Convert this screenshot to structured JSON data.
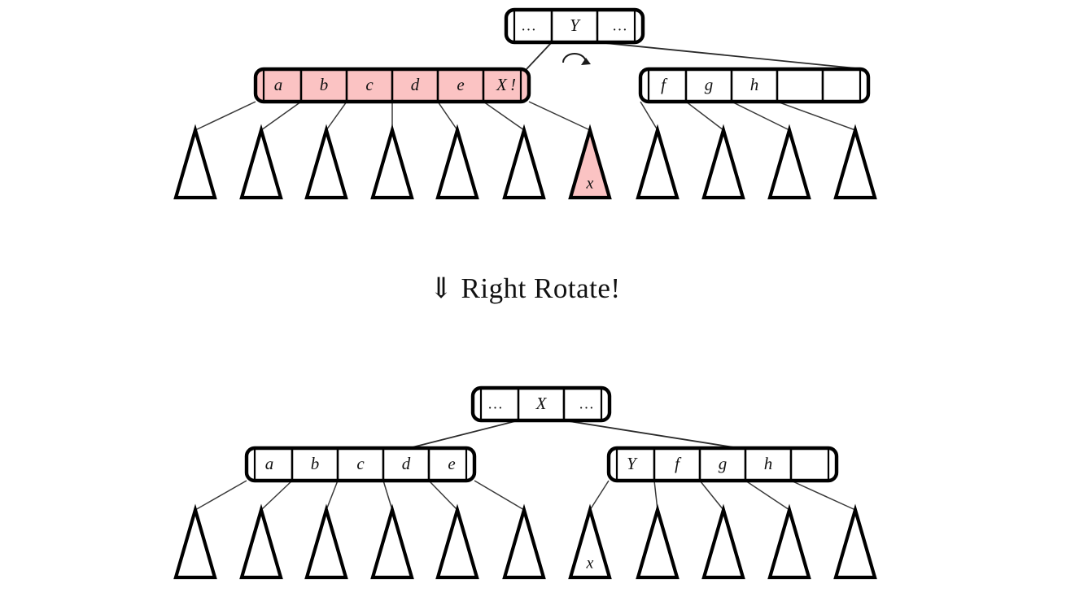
{
  "figure": {
    "title": "B-tree right rotate illustration",
    "background": "#ffffff",
    "highlight_color": "#fbc3c3",
    "stroke_color": "#000000"
  },
  "caption": {
    "arrow_glyph": "⇓",
    "text": "Right Rotate!",
    "full": "⇓ Right Rotate!"
  },
  "before": {
    "label": "before-rotation",
    "rotate_hint_icon": "clockwise-rotate-arrow-icon",
    "root": {
      "name": "root-node-y",
      "highlighted": false,
      "cells": [
        {
          "label": "…",
          "style": "dots",
          "highlighted": false
        },
        {
          "label": "Y",
          "style": "italic",
          "highlighted": false
        },
        {
          "label": "…",
          "style": "dots",
          "highlighted": false
        }
      ]
    },
    "left_child": {
      "name": "left-child-node-overfull",
      "highlighted": true,
      "cells": [
        {
          "label": "a",
          "style": "italic",
          "highlighted": true
        },
        {
          "label": "b",
          "style": "italic",
          "highlighted": true
        },
        {
          "label": "c",
          "style": "italic",
          "highlighted": true
        },
        {
          "label": "d",
          "style": "italic",
          "highlighted": true
        },
        {
          "label": "e",
          "style": "italic",
          "highlighted": true
        },
        {
          "label": "X !",
          "style": "italic",
          "highlighted": true
        }
      ]
    },
    "right_child": {
      "name": "right-child-node",
      "highlighted": false,
      "cells": [
        {
          "label": "f",
          "style": "italic",
          "highlighted": false
        },
        {
          "label": "g",
          "style": "italic",
          "highlighted": false
        },
        {
          "label": "h",
          "style": "italic",
          "highlighted": false
        },
        {
          "label": "",
          "style": "italic",
          "highlighted": false
        },
        {
          "label": "",
          "style": "italic",
          "highlighted": false
        }
      ]
    },
    "left_subtrees": [
      {
        "label": "",
        "highlighted": false
      },
      {
        "label": "",
        "highlighted": false
      },
      {
        "label": "",
        "highlighted": false
      },
      {
        "label": "",
        "highlighted": false
      },
      {
        "label": "",
        "highlighted": false
      },
      {
        "label": "",
        "highlighted": false
      },
      {
        "label": "x",
        "highlighted": true
      }
    ],
    "right_subtrees": [
      {
        "label": "",
        "highlighted": false
      },
      {
        "label": "",
        "highlighted": false
      },
      {
        "label": "",
        "highlighted": false
      },
      {
        "label": "",
        "highlighted": false
      }
    ]
  },
  "after": {
    "label": "after-rotation",
    "root": {
      "name": "root-node-x",
      "highlighted": false,
      "cells": [
        {
          "label": "…",
          "style": "dots",
          "highlighted": false
        },
        {
          "label": "X",
          "style": "italic",
          "highlighted": false
        },
        {
          "label": "…",
          "style": "dots",
          "highlighted": false
        }
      ]
    },
    "left_child": {
      "name": "left-child-node",
      "highlighted": false,
      "cells": [
        {
          "label": "a",
          "style": "italic",
          "highlighted": false
        },
        {
          "label": "b",
          "style": "italic",
          "highlighted": false
        },
        {
          "label": "c",
          "style": "italic",
          "highlighted": false
        },
        {
          "label": "d",
          "style": "italic",
          "highlighted": false
        },
        {
          "label": "e",
          "style": "italic",
          "highlighted": false
        }
      ]
    },
    "right_child": {
      "name": "right-child-node",
      "highlighted": false,
      "cells": [
        {
          "label": "Y",
          "style": "italic",
          "highlighted": false
        },
        {
          "label": "f",
          "style": "italic",
          "highlighted": false
        },
        {
          "label": "g",
          "style": "italic",
          "highlighted": false
        },
        {
          "label": "h",
          "style": "italic",
          "highlighted": false
        },
        {
          "label": "",
          "style": "italic",
          "highlighted": false
        }
      ]
    },
    "left_subtrees": [
      {
        "label": "",
        "highlighted": false
      },
      {
        "label": "",
        "highlighted": false
      },
      {
        "label": "",
        "highlighted": false
      },
      {
        "label": "",
        "highlighted": false
      },
      {
        "label": "",
        "highlighted": false
      },
      {
        "label": "",
        "highlighted": false
      }
    ],
    "right_subtrees": [
      {
        "label": "x",
        "highlighted": false
      },
      {
        "label": "",
        "highlighted": false
      },
      {
        "label": "",
        "highlighted": false
      },
      {
        "label": "",
        "highlighted": false
      },
      {
        "label": "",
        "highlighted": false
      }
    ]
  }
}
